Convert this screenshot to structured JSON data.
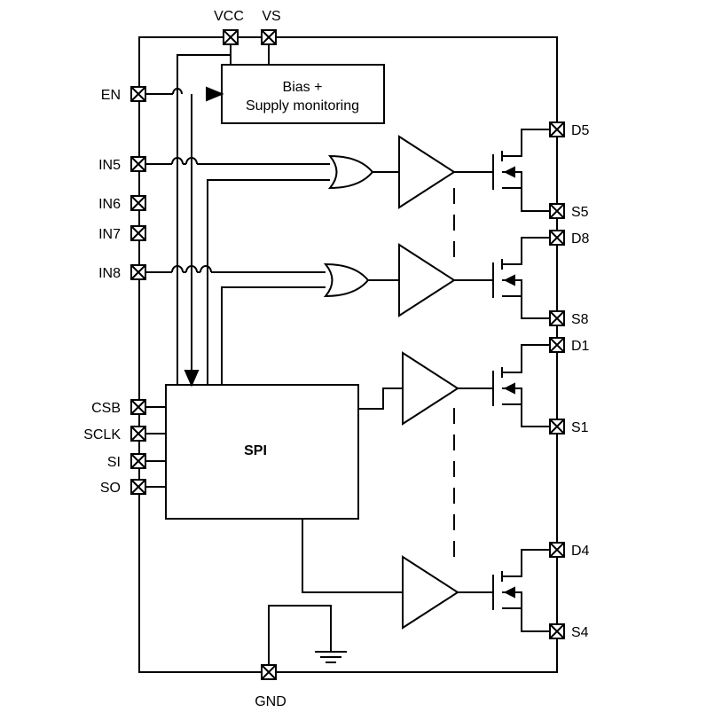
{
  "blocks": {
    "bias_line1": "Bias +",
    "bias_line2": "Supply monitoring",
    "spi": "SPI"
  },
  "pins": {
    "vcc": "VCC",
    "vs": "VS",
    "en": "EN",
    "in5": "IN5",
    "in6": "IN6",
    "in7": "IN7",
    "in8": "IN8",
    "csb": "CSB",
    "sclk": "SCLK",
    "si": "SI",
    "so": "SO",
    "gnd": "GND",
    "d5": "D5",
    "s5": "S5",
    "d8": "D8",
    "s8": "S8",
    "d1": "D1",
    "s1": "S1",
    "d4": "D4",
    "s4": "S4"
  }
}
